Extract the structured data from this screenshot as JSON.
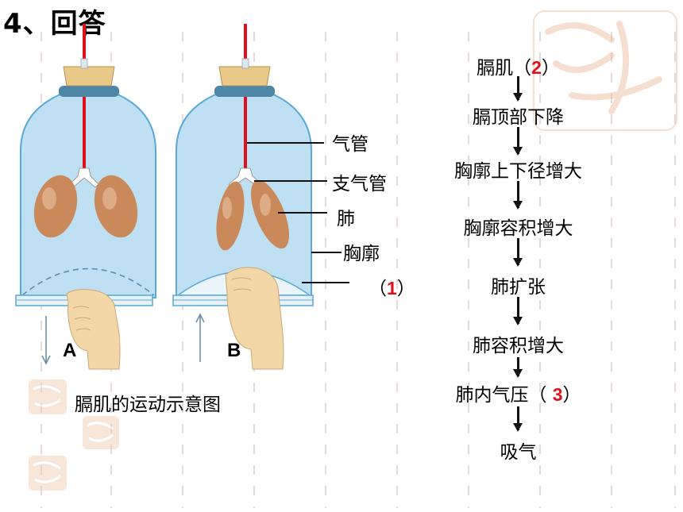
{
  "title": "4、回答",
  "diagram": {
    "jar_a_label": "A",
    "jar_b_label": "B",
    "labels": {
      "trachea": "气管",
      "bronchus": "支气管",
      "lung": "肺",
      "thorax": "胸廓",
      "blank1_open": "（",
      "blank1_num": "1",
      "blank1_close": "）"
    },
    "caption": "膈肌的运动示意图"
  },
  "flow": {
    "steps": [
      {
        "pre": "膈肌（",
        "num": "2",
        "post": "）"
      },
      {
        "pre": "膈顶部下降",
        "num": "",
        "post": ""
      },
      {
        "pre": "胸廓上下径增大",
        "num": "",
        "post": ""
      },
      {
        "pre": "胸廓容积增大",
        "num": "",
        "post": ""
      },
      {
        "pre": "肺扩张",
        "num": "",
        "post": ""
      },
      {
        "pre": "肺容积增大",
        "num": "",
        "post": ""
      },
      {
        "pre": "肺内气压（ ",
        "num": "3",
        "post": "）"
      },
      {
        "pre": "吸气",
        "num": "",
        "post": ""
      }
    ]
  },
  "colors": {
    "jar": "#bfe0f2",
    "jar_edge": "#5aa8d6",
    "cork": "#e9c88a",
    "band": "#4e86a8",
    "tube": "#e0101a",
    "lung": "#c9895a",
    "hand": "#f3d7a6",
    "answer": "#e0101a"
  }
}
